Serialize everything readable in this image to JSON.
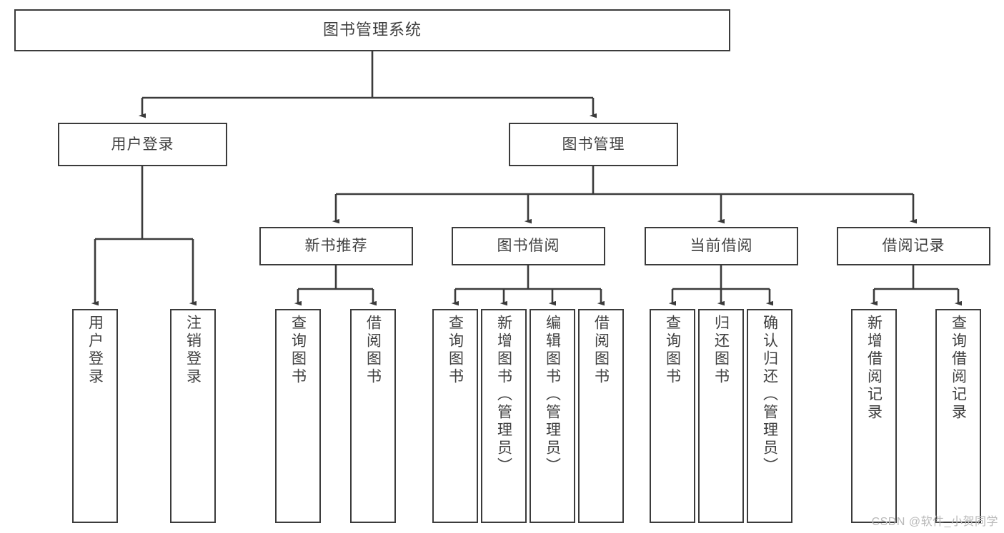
{
  "diagram": {
    "title": "图书管理系统",
    "type": "tree-hierarchy",
    "orientation": "top-down",
    "colors": {
      "background": "#ffffff",
      "node_border": "#3b3b3b",
      "node_fill": "#ffffff",
      "text": "#404040",
      "edge": "#3b3b3b",
      "watermark": "#b9b9b9"
    }
  },
  "watermark": {
    "text": "CSDN @软件_小贺同学"
  },
  "nodes": {
    "root": {
      "label": "图书管理系统"
    },
    "level1": [
      {
        "id": "user-login",
        "label": "用户登录"
      },
      {
        "id": "book-manage",
        "label": "图书管理"
      }
    ],
    "level2": [
      {
        "id": "new-book-recommend",
        "label": "新书推荐"
      },
      {
        "id": "book-borrow",
        "label": "图书借阅"
      },
      {
        "id": "current-borrow",
        "label": "当前借阅"
      },
      {
        "id": "borrow-record",
        "label": "借阅记录"
      }
    ],
    "leaves": {
      "user_login": [
        {
          "id": "leaf-user-login",
          "label": "用户登录"
        },
        {
          "id": "leaf-logout-login",
          "label": "注销登录"
        }
      ],
      "new_book_recommend": [
        {
          "id": "leaf-query-book-1",
          "label": "查询图书"
        },
        {
          "id": "leaf-borrow-book-1",
          "label": "借阅图书"
        }
      ],
      "book_borrow": [
        {
          "id": "leaf-query-book-2",
          "label": "查询图书"
        },
        {
          "id": "leaf-add-book",
          "label": "新增图书（管理员）"
        },
        {
          "id": "leaf-edit-book",
          "label": "编辑图书（管理员）"
        },
        {
          "id": "leaf-borrow-book-2",
          "label": "借阅图书"
        }
      ],
      "current_borrow": [
        {
          "id": "leaf-query-book-3",
          "label": "查询图书"
        },
        {
          "id": "leaf-return-book",
          "label": "归还图书"
        },
        {
          "id": "leaf-confirm-return",
          "label": "确认归还（管理员）"
        }
      ],
      "borrow_record": [
        {
          "id": "leaf-add-record",
          "label": "新增借阅记录"
        },
        {
          "id": "leaf-query-record",
          "label": "查询借阅记录"
        }
      ]
    }
  }
}
